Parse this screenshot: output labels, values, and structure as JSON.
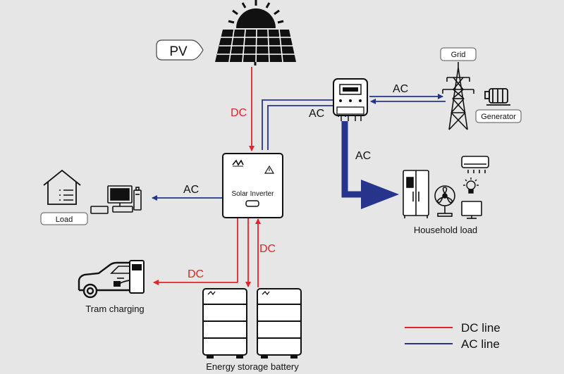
{
  "labels": {
    "pv": "PV",
    "grid": "Grid",
    "generator": "Generator",
    "solar_inverter": "Solar Inverter",
    "load": "Load",
    "household_load": "Household load",
    "tram_charging": "Tram charging",
    "energy_storage": "Energy storage battery"
  },
  "lines": {
    "pv_to_inverter": "DC",
    "meter_to_grid": "AC",
    "inverter_to_meter": "AC",
    "meter_to_household": "AC",
    "inverter_to_load": "AC",
    "inverter_battery": "DC",
    "battery_to_tram": "DC"
  },
  "legend": [
    {
      "label": "DC line",
      "color": "#e0242b"
    },
    {
      "label": "AC line",
      "color": "#27348b"
    }
  ],
  "colors": {
    "dc": "#e0242b",
    "ac": "#27348b",
    "background": "#e6e6e6"
  }
}
